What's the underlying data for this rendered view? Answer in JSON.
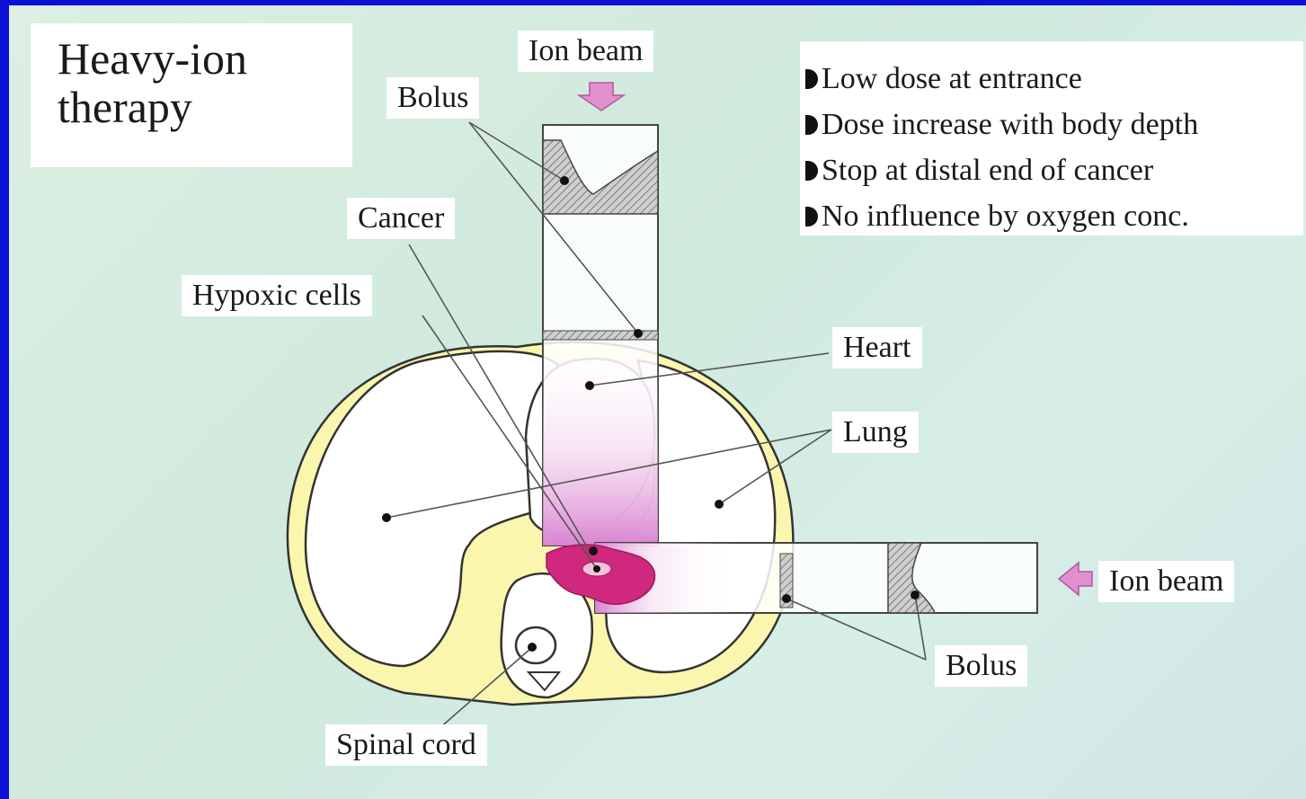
{
  "title": {
    "line1": "Heavy-ion",
    "line2": "therapy"
  },
  "labels": {
    "ion_beam_top": "Ion beam",
    "ion_beam_right": "Ion beam",
    "bolus_top": "Bolus",
    "bolus_bottom": "Bolus",
    "cancer": "Cancer",
    "hypoxic_cells": "Hypoxic cells",
    "heart": "Heart",
    "lung": "Lung",
    "spinal_cord": "Spinal cord"
  },
  "bullets": [
    "Low dose at entrance",
    "Dose increase with body depth",
    "Stop at distal end of cancer",
    "No influence by oxygen conc."
  ],
  "colors": {
    "frame": "#0a10d8",
    "background": "#d4ecdf",
    "body_tissue": "#fbf6ae",
    "tumor": "#d0287c",
    "dose_gradient": "#e8a0d8",
    "arrow": "#e28fce"
  }
}
